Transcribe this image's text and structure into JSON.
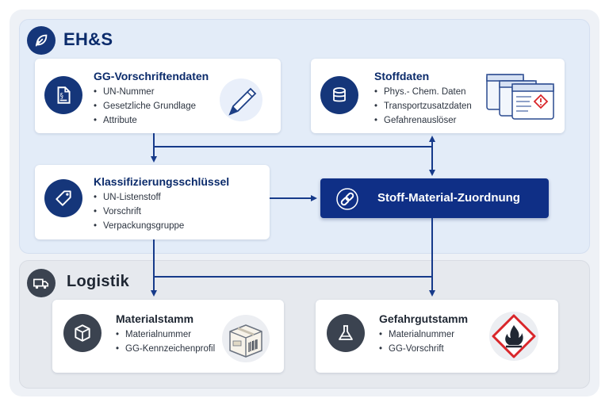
{
  "ehs": {
    "title": "EH&S",
    "gg_card": {
      "title": "GG-Vorschriftendaten",
      "items": [
        "UN-Nummer",
        "Gesetzliche Grundlage",
        "Attribute"
      ]
    },
    "stoff_card": {
      "title": "Stoffdaten",
      "items": [
        "Phys.- Chem. Daten",
        "Transportzusatzdaten",
        "Gefahrenauslöser"
      ]
    },
    "klass_card": {
      "title": "Klassifizierungsschlüssel",
      "items": [
        "UN-Listenstoff",
        "Vorschrift",
        "Verpackungsgruppe"
      ]
    },
    "zuordnung": {
      "label": "Stoff-Material-Zuordnung"
    }
  },
  "logistik": {
    "title": "Logistik",
    "material_card": {
      "title": "Materialstamm",
      "items": [
        "Materialnummer",
        "GG-Kennzeichenprofil"
      ]
    },
    "gefahrgut_card": {
      "title": "Gefahrgutstamm",
      "items": [
        "Materialnummer",
        "GG-Vorschrift"
      ]
    }
  },
  "colors": {
    "navy": "#0f2f86",
    "ehs_bg": "#e3ecf8",
    "logistik_bg": "#e6e9ee",
    "hazard_red": "#d9262a"
  }
}
